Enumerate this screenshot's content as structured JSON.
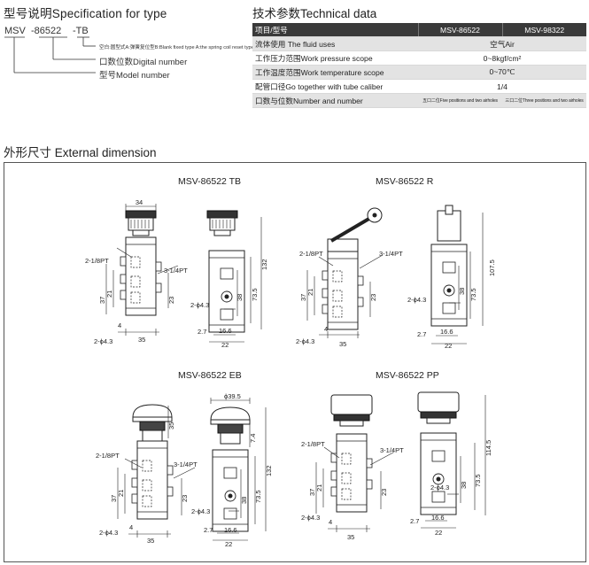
{
  "spec": {
    "title": "型号说明Specification for type",
    "code_part1": "MSV",
    "code_part2": "-86522",
    "code_part3": "-TB",
    "ann_type": "空白:圆型式A:弹簧复位型B:Blank fixed type A:the spring coil reset type",
    "ann_digital": "口数位数Digital number",
    "ann_model": "型号Model number"
  },
  "tech": {
    "title": "技术参数Technical data",
    "header": {
      "label": "项目/型号",
      "col1": "MSV-86522",
      "col2": "MSV-98322"
    },
    "rows": [
      {
        "label": "流体使用 The fluid uses",
        "value": "空气Air"
      },
      {
        "label": "工作压力范围Work pressure scope",
        "value": "0~8kgf/cm²"
      },
      {
        "label": "工作温度范围Work temperature scope",
        "value": "0~70℃"
      },
      {
        "label": "配管口径Go together with tube caliber",
        "value": "1/4"
      }
    ],
    "last_row": {
      "label": "口数与位数Number and number",
      "col1": "五口二位Five positions and two airholes",
      "col2": "三口二位Three positions and two airholes"
    }
  },
  "external": {
    "title": "外形尺寸 External dimension",
    "models": {
      "tb": "MSV-86522 TB",
      "r": "MSV-86522 R",
      "eb": "MSV-86522 EB",
      "pp": "MSV-86522 PP"
    },
    "labels": {
      "port_18": "2-1/8PT",
      "port_14": "3-1/4PT",
      "hole_43": "2-ϕ4.3",
      "phi395": "ϕ39.5",
      "d34": "34",
      "d35": "35",
      "d37": "37",
      "d21": "21",
      "d23": "23",
      "d4": "4",
      "d22": "22",
      "d166": "16.6",
      "d27": "2.7",
      "d38": "38",
      "d735": "73.5",
      "d132": "132",
      "d1075": "107.5",
      "d1145": "114.5",
      "d74": "7.4"
    }
  }
}
